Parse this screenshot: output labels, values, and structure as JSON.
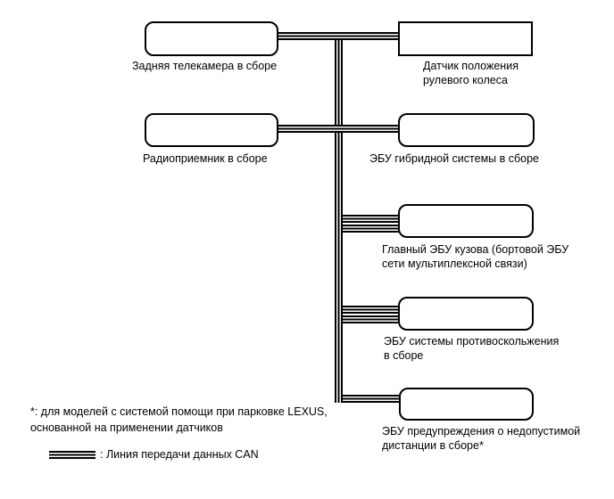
{
  "diagram": {
    "type": "can-bus-communication-diagram",
    "colors": {
      "line": "#000000",
      "background": "#ffffff",
      "text": "#000000"
    },
    "nodes": [
      {
        "id": "rear-camera",
        "label": "Задняя телекамера в сборе",
        "shape": "rounded"
      },
      {
        "id": "steering-sensor",
        "label": "Датчик положения\nрулевого колеса",
        "shape": "rect"
      },
      {
        "id": "radio-receiver",
        "label": "Радиоприемник в сборе",
        "shape": "rounded"
      },
      {
        "id": "hybrid-ecu",
        "label": "ЭБУ гибридной системы в сборе",
        "shape": "rounded"
      },
      {
        "id": "main-body-ecu",
        "label": "Главный ЭБУ кузова (бортовой ЭБУ\nсети мультиплексной связи)",
        "shape": "rounded"
      },
      {
        "id": "skid-control-ecu",
        "label": "ЭБУ системы противоскольжения\nв сборе",
        "shape": "rounded"
      },
      {
        "id": "clearance-warning-ecu",
        "label": "ЭБУ предупреждения о недопустимой\nдистанции в сборе*",
        "shape": "rounded"
      }
    ],
    "footnote": "*: для моделей с системой помощи при парковке LEXUS,\nоснованной на применении датчиков",
    "legend": {
      "symbol": "can-line-symbol",
      "label": ": Линия передачи данных CAN"
    }
  }
}
